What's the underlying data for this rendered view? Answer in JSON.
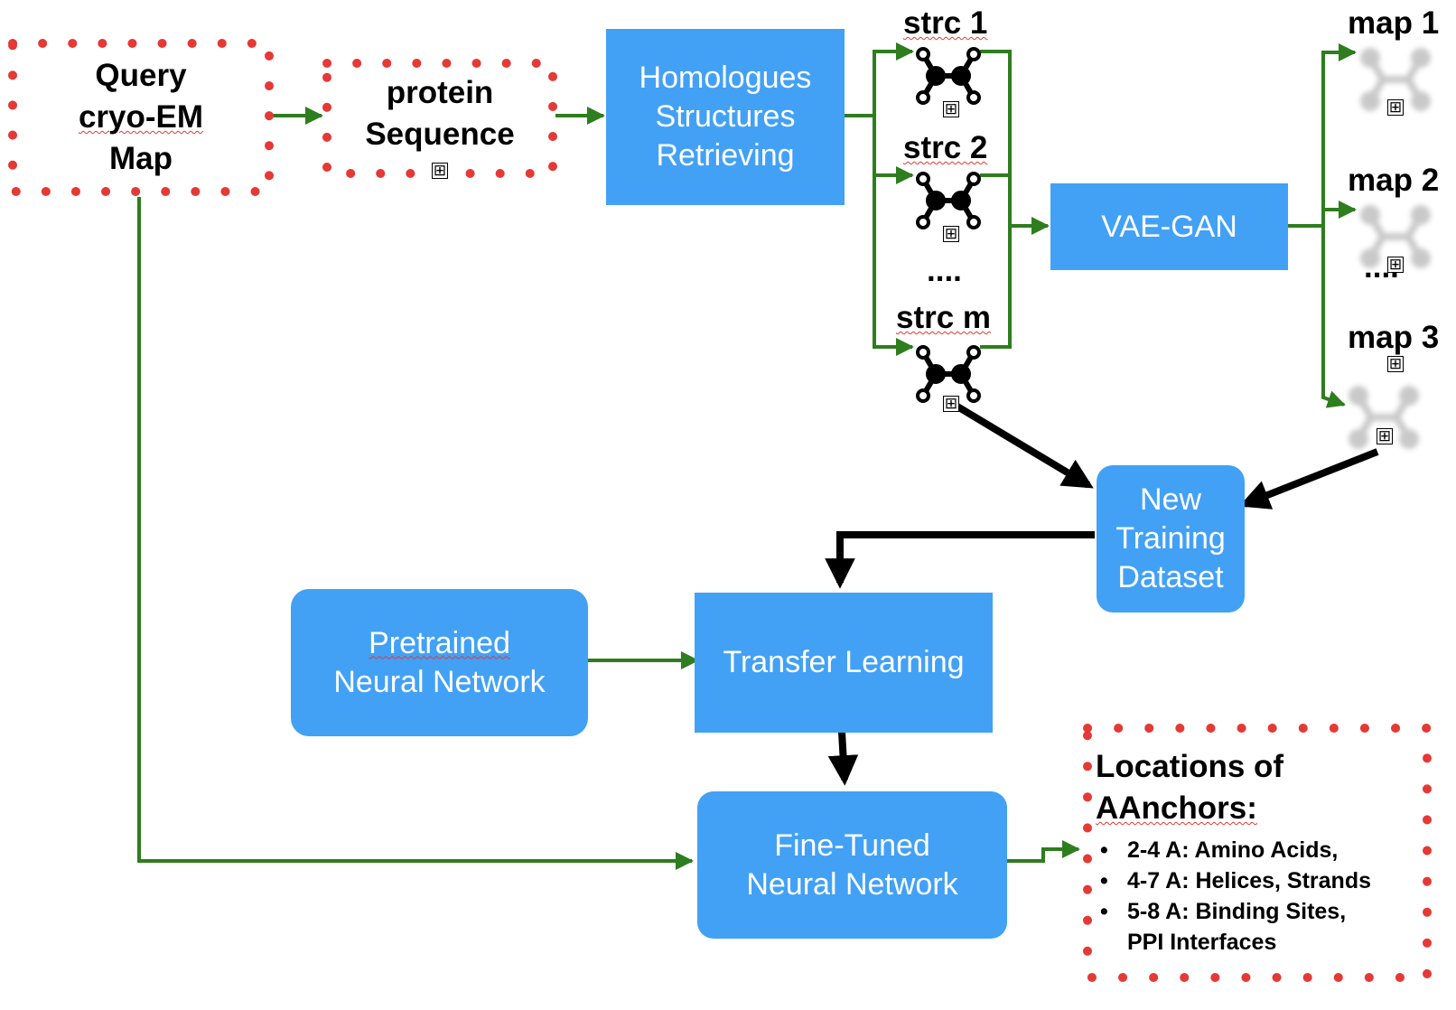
{
  "colors": {
    "box_blue": "#42a1f5",
    "dot_red": "#e53935",
    "green_arrow": "#2e7d1e",
    "black_arrow": "#000000"
  },
  "query_box": {
    "line1": "Query",
    "line2": "cryo-EM",
    "line3": "Map"
  },
  "protein_box": {
    "line1": "protein",
    "line2": "Sequence"
  },
  "homologues_box": {
    "line1": "Homologues",
    "line2": "Structures",
    "line3": "Retrieving"
  },
  "structures": {
    "strc1": "strc 1",
    "strc2": "strc 2",
    "ellipsis": "....",
    "strcm": "strc m"
  },
  "vae_gan": "VAE-GAN",
  "maps": {
    "map1": "map 1",
    "map2": "map 2",
    "ellipsis": "....",
    "map3": "map 3"
  },
  "new_training": {
    "line1": "New",
    "line2": "Training",
    "line3": "Dataset"
  },
  "pretrained": {
    "line1": "Pretrained",
    "line2": "Neural Network"
  },
  "transfer": "Transfer Learning",
  "finetuned": {
    "line1": "Fine-Tuned",
    "line2": "Neural Network"
  },
  "output": {
    "title_line1": "Locations of",
    "title_line2": "AAnchors:",
    "bullet": "•",
    "items": [
      "2-4 A: Amino Acids,",
      "4-7 A: Helices, Strands",
      "5-8 A: Binding Sites,",
      "PPI Interfaces"
    ]
  },
  "icons": {
    "expand": "⊞",
    "molecule": "molecule-icon",
    "density_map": "density-map-icon"
  }
}
